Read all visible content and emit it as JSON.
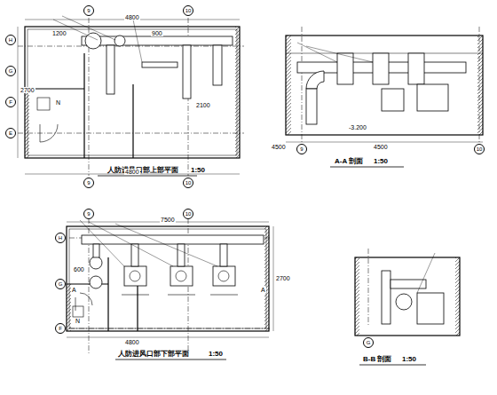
{
  "diagram": {
    "nodes": [
      {
        "text": [
          "9"
        ]
      },
      {
        "text": [
          "10"
        ]
      },
      {
        "text": [
          "H"
        ]
      },
      {
        "text": [
          "G"
        ]
      },
      {
        "text": [
          "F"
        ]
      },
      {
        "text": [
          "E"
        ]
      },
      {
        "text": [
          "9"
        ]
      },
      {
        "text": [
          "10"
        ]
      },
      {
        "text": [
          "9"
        ]
      },
      {
        "text": [
          "10"
        ]
      },
      {
        "text": [
          "H"
        ]
      },
      {
        "text": [
          "G"
        ]
      },
      {
        "text": [
          "F"
        ]
      },
      {
        "text": [
          "9"
        ]
      },
      {
        "text": [
          "10"
        ]
      },
      {
        "text": [
          "G"
        ]
      }
    ],
    "labels": [
      "人防进风口部上部平面",
      "1:50",
      "A-A 剖面",
      "1:50",
      "人防进风口部下部平面",
      "1:50",
      "B-B 剖面",
      "1:50",
      "4800",
      "4800",
      "2700",
      "2100",
      "7500",
      "4800",
      "2700",
      "4500",
      "-3.200",
      "A",
      "A",
      "N",
      "N",
      "1200",
      "900",
      "600",
      "4500"
    ]
  }
}
